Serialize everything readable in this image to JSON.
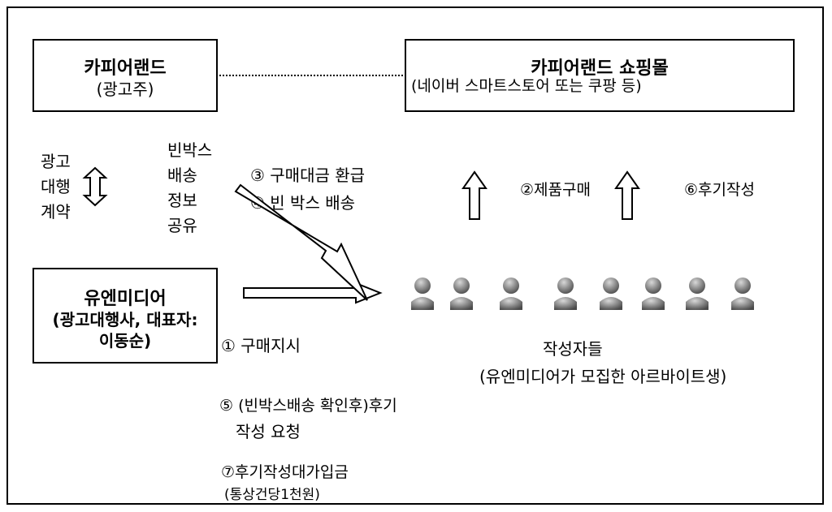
{
  "advertiser": {
    "name": "카피어랜드",
    "sub": "(광고주)"
  },
  "shop": {
    "name": "카피어랜드 쇼핑몰",
    "sub": "(네이버 스마트스토어 또는 쿠팡 등)"
  },
  "agency": {
    "line1": "유엔미디어",
    "line2": "(광고대행사, 대표자:",
    "line3": "이동순)"
  },
  "contract_label": "광고\n대행\n계약",
  "box_info_label": "빈박스\n배송\n정보\n공유",
  "step3": "③ 구매대금 환급",
  "step4": "④ 빈 박스 배송",
  "step2": "②제품구매",
  "step6": "⑥후기작성",
  "step1": "① 구매지시",
  "step5_line1": "⑤  (빈박스배송 확인후)후기",
  "step5_line2": "작성 요청",
  "step7_line1": "⑦후기작성대가입금",
  "step7_line2": "(통상건당1천원)",
  "writers": {
    "title": "작성자들",
    "sub": "(유엔미디어가 모집한 아르바이트생)"
  }
}
